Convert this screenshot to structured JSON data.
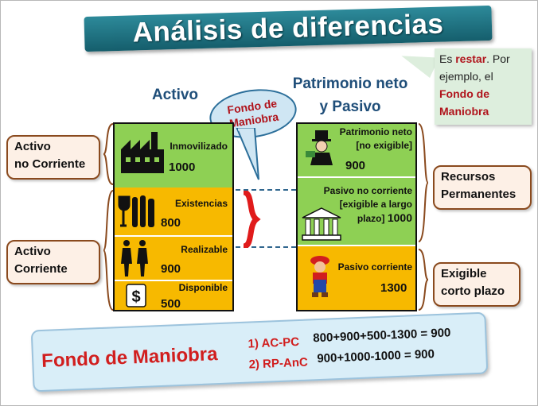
{
  "title": "Análisis de diferencias",
  "note": {
    "t1": "Es ",
    "t2": "restar",
    "t3": ". Por ejemplo, el ",
    "t4": "Fondo de Maniobra"
  },
  "headings": {
    "activo": "Activo",
    "pasivo_line1": "Patrimonio neto",
    "pasivo_line2": "y Pasivo"
  },
  "bubble": {
    "line1": "Fondo de",
    "line2": "Maniobra"
  },
  "activo": {
    "inmovilizado": {
      "label": "Inmovilizado",
      "value": "1000",
      "icon": "factory-icon"
    },
    "existencias": {
      "label": "Existencias",
      "value": "800",
      "icon": "bottles-icon"
    },
    "realizable": {
      "label": "Realizable",
      "value": "900",
      "icon": "people-icon"
    },
    "disponible": {
      "label": "Disponible",
      "value": "500",
      "icon": "dollar-icon"
    }
  },
  "pasivo": {
    "patrimonio": {
      "label1": "Patrimonio neto",
      "label2": "[no exigible]",
      "value": "900",
      "icon": "monopoly-man-icon"
    },
    "no_corriente": {
      "label1": "Pasivo no corriente",
      "label2": "[exigible a largo",
      "label3": "plazo]",
      "value": "1000",
      "icon": "bank-icon"
    },
    "corriente": {
      "label": "Pasivo corriente",
      "value": "1300",
      "icon": "mario-icon"
    }
  },
  "side": {
    "anc_1": "Activo",
    "anc_2": "no Corriente",
    "ac_1": "Activo",
    "ac_2": "Corriente",
    "rp_1": "Recursos",
    "rp_2": "Permanentes",
    "ecp_1": "Exigible",
    "ecp_2": "corto plazo"
  },
  "formula": {
    "title": "Fondo de Maniobra",
    "l1": "1) AC-PC",
    "e1": "800+900+500-1300 = 900",
    "l2": "2) RP-AnC",
    "e2": "900+1000-1000 = 900"
  },
  "colors": {
    "green": "#8ed054",
    "gold": "#f7b900",
    "red": "#d11e1e",
    "navy": "#1f4e79",
    "teal": "#155e6c"
  }
}
